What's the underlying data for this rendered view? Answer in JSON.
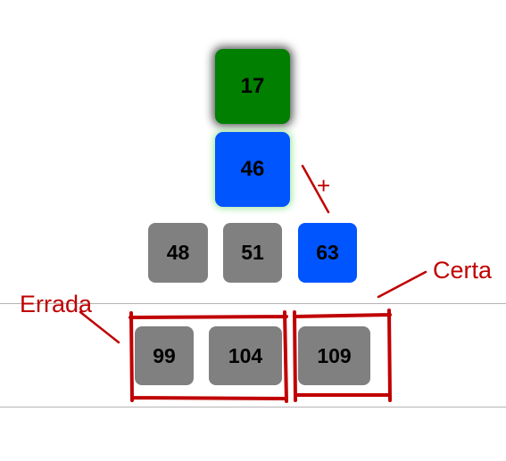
{
  "colors": {
    "root": "#007f00",
    "root_glow": "#5a5a5a",
    "selected": "#0055ff",
    "selected_glow": "#a5e8a5",
    "neutral": "#808080",
    "annotation": "#c00000",
    "divider": "#b4b4b4"
  },
  "nodes": {
    "root": "17",
    "level2": "46",
    "level3": [
      "48",
      "51",
      "63"
    ],
    "level4": [
      "99",
      "104",
      "109"
    ]
  },
  "annotations": {
    "wrong": "Errada",
    "right": "Certa",
    "plus": "+"
  }
}
